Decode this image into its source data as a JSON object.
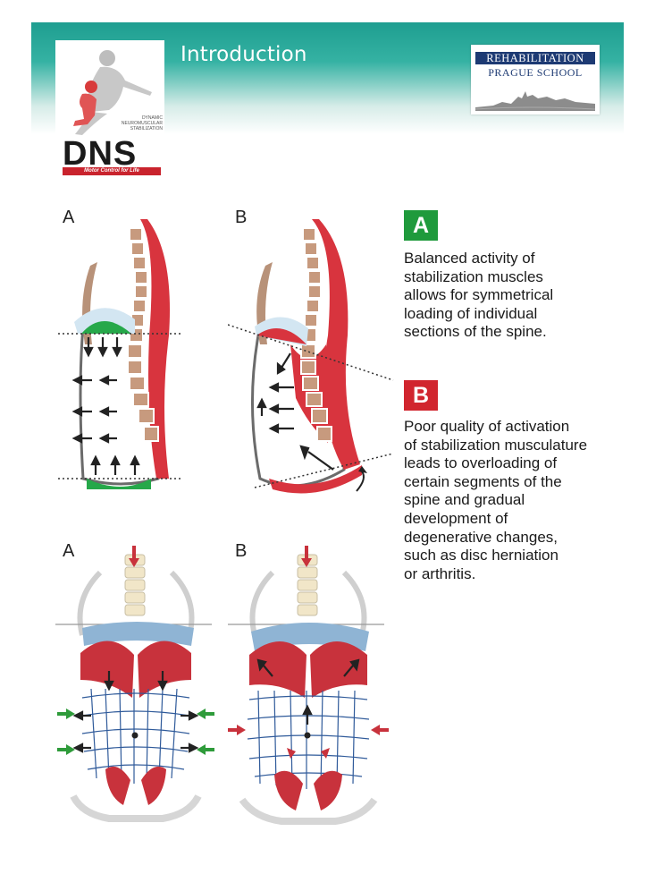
{
  "header": {
    "title": "Introduction"
  },
  "logo_dns": {
    "brand": "DNS",
    "subtitle": "DYNAMIC NEUROMUSCULAR STABILIZATION",
    "tagline": "Motor Control for Life"
  },
  "logo_school": {
    "line1": "REHABILITATION",
    "line2": "PRAGUE SCHOOL"
  },
  "panels": {
    "top_left_label": "A",
    "top_right_label": "B",
    "bottom_left_label": "A",
    "bottom_right_label": "B"
  },
  "legend": {
    "a": {
      "badge": "A",
      "color": "#1f9a3c",
      "text": "Balanced activity of\nstabilization muscles\nallows for symmetrical\nloading of individual\nsections of the spine."
    },
    "b": {
      "badge": "B",
      "color": "#d1252e",
      "text": "Poor quality of activation\nof stabilization musculature\nleads to overloading of\ncertain segments of the\nspine and gradual\ndevelopment of\ndegenerative changes,\nsuch as disc herniation\nor arthritis."
    }
  }
}
